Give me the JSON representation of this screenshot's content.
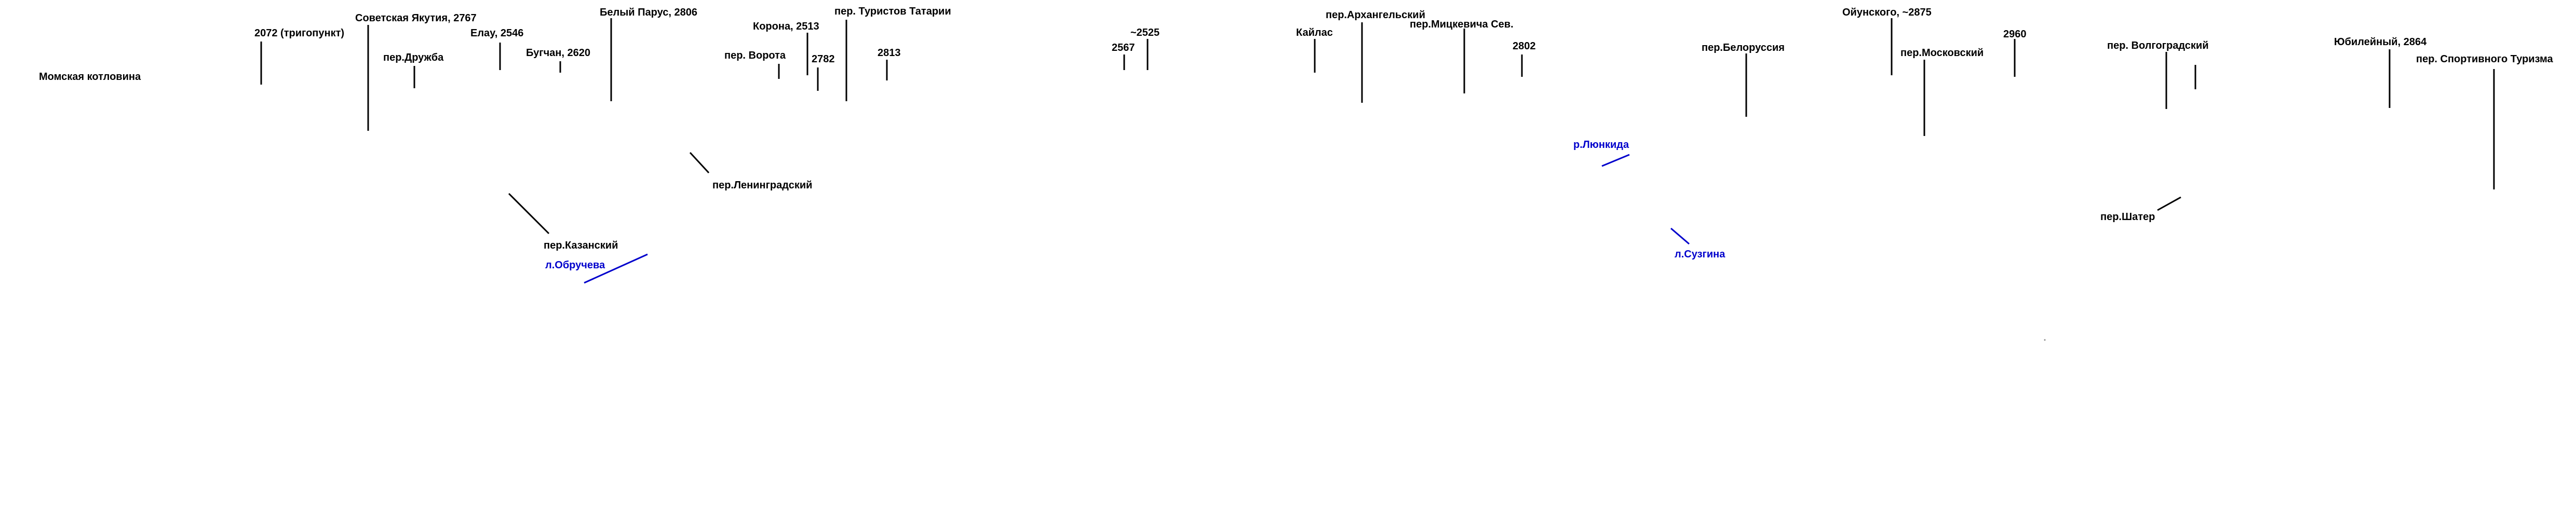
{
  "colors": {
    "text": "#000000",
    "accent": "#0000cc",
    "background": "#ffffff"
  },
  "labels": {
    "momskaya": "Момская котловина",
    "p2072": "2072 (тригопункт)",
    "sovetskaya": "Советская Якутия, 2767",
    "druzhba": "пер.Дружба",
    "elau": "Елау, 2546",
    "bugchan": "Бугчан, 2620",
    "bely_parus": "Белый Парус, 2806",
    "kazansky": "пер.Казанский",
    "obrucheva": "л.Обручева",
    "leningradsky": "пер.Ленинградский",
    "vorota": "пер. Ворота",
    "korona": "Корона, 2513",
    "p2782": "2782",
    "turistov_tatarii": "пер. Туристов Татарии",
    "p2813": "2813",
    "p2567": "2567",
    "p2525": "~2525",
    "kailas": "Кайлас",
    "arkhangelsky": "пер.Архангельский",
    "mitskevicha": "пер.Мицкевича Сев.",
    "p2802": "2802",
    "lyunkida": "р.Люнкида",
    "suzgina": "л.Сузгина",
    "belorussiya": "пер.Белоруссия",
    "oyunskogo": "Ойунского, ~2875",
    "moskovsky": "пер.Московский",
    "p2960": "2960",
    "volgogradsky": "пер. Волгоградский",
    "shater": "пер.Шатер",
    "yubileyny": "Юбилейный, 2864",
    "sport_turizma": "пер. Спортивного Туризма"
  }
}
